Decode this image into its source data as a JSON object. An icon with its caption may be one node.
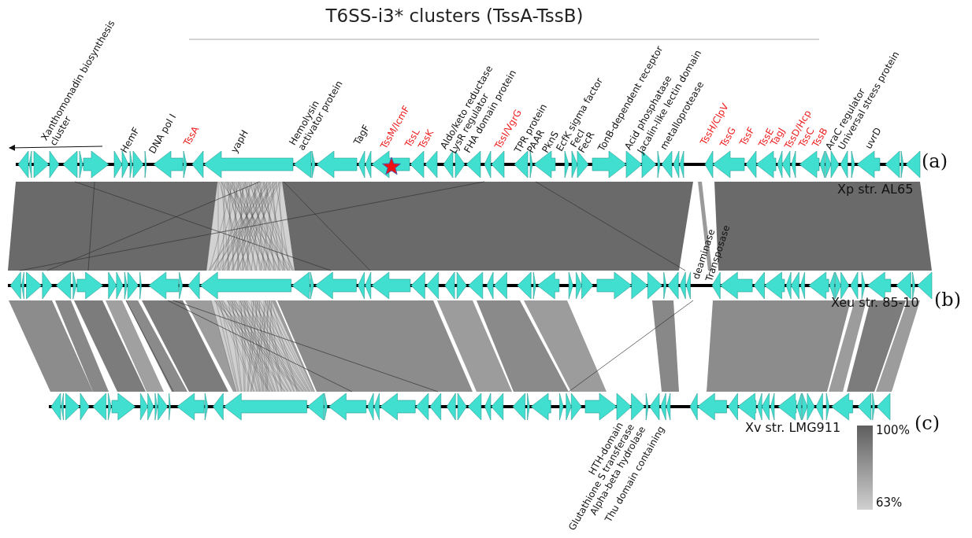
{
  "diagram": {
    "title": "T6SS-i3* clusters (TssA-TssB)",
    "nodes": [
      {
        "text": [],
        "shape": "bar",
        "beside": [
          "100%",
          "63%"
        ]
      }
    ],
    "labels": [
      "Xanthomonadin biosynthesis cluster",
      "HemF",
      "DNA pol I",
      "TssA",
      "yapH",
      "Hemolysin activator protein",
      "TagF",
      "TssM/IcmF",
      "TssL",
      "TssK",
      "Aldo/keto reductase",
      "LysR regulator",
      "FHA domain protein",
      "TssI/VgrG",
      "TPR protein",
      "PAAR",
      "PknS",
      "EcfK sigma factor",
      "FecI",
      "FecR",
      "TonB-dependent receptor",
      "Acid phosphatase",
      "Jacalin-like lectin domain",
      "metalloprotease",
      "TssH/ClpV",
      "TssG",
      "TssF",
      "TssE",
      "TagJ",
      "TssD/Hcp",
      "TssC",
      "TssB",
      "AraC regulator",
      "Universal stress protein",
      "uvrD",
      "(a)",
      "Xp str. AL65",
      "deaminase",
      "Transposase",
      "Xeu str. 85-10",
      "(b)",
      "Xv str. LMG911",
      "(c)",
      "HTH-domain",
      "Glutathione S transferase",
      "Alpha-beta hydrolase",
      "Thu domain containing"
    ]
  }
}
